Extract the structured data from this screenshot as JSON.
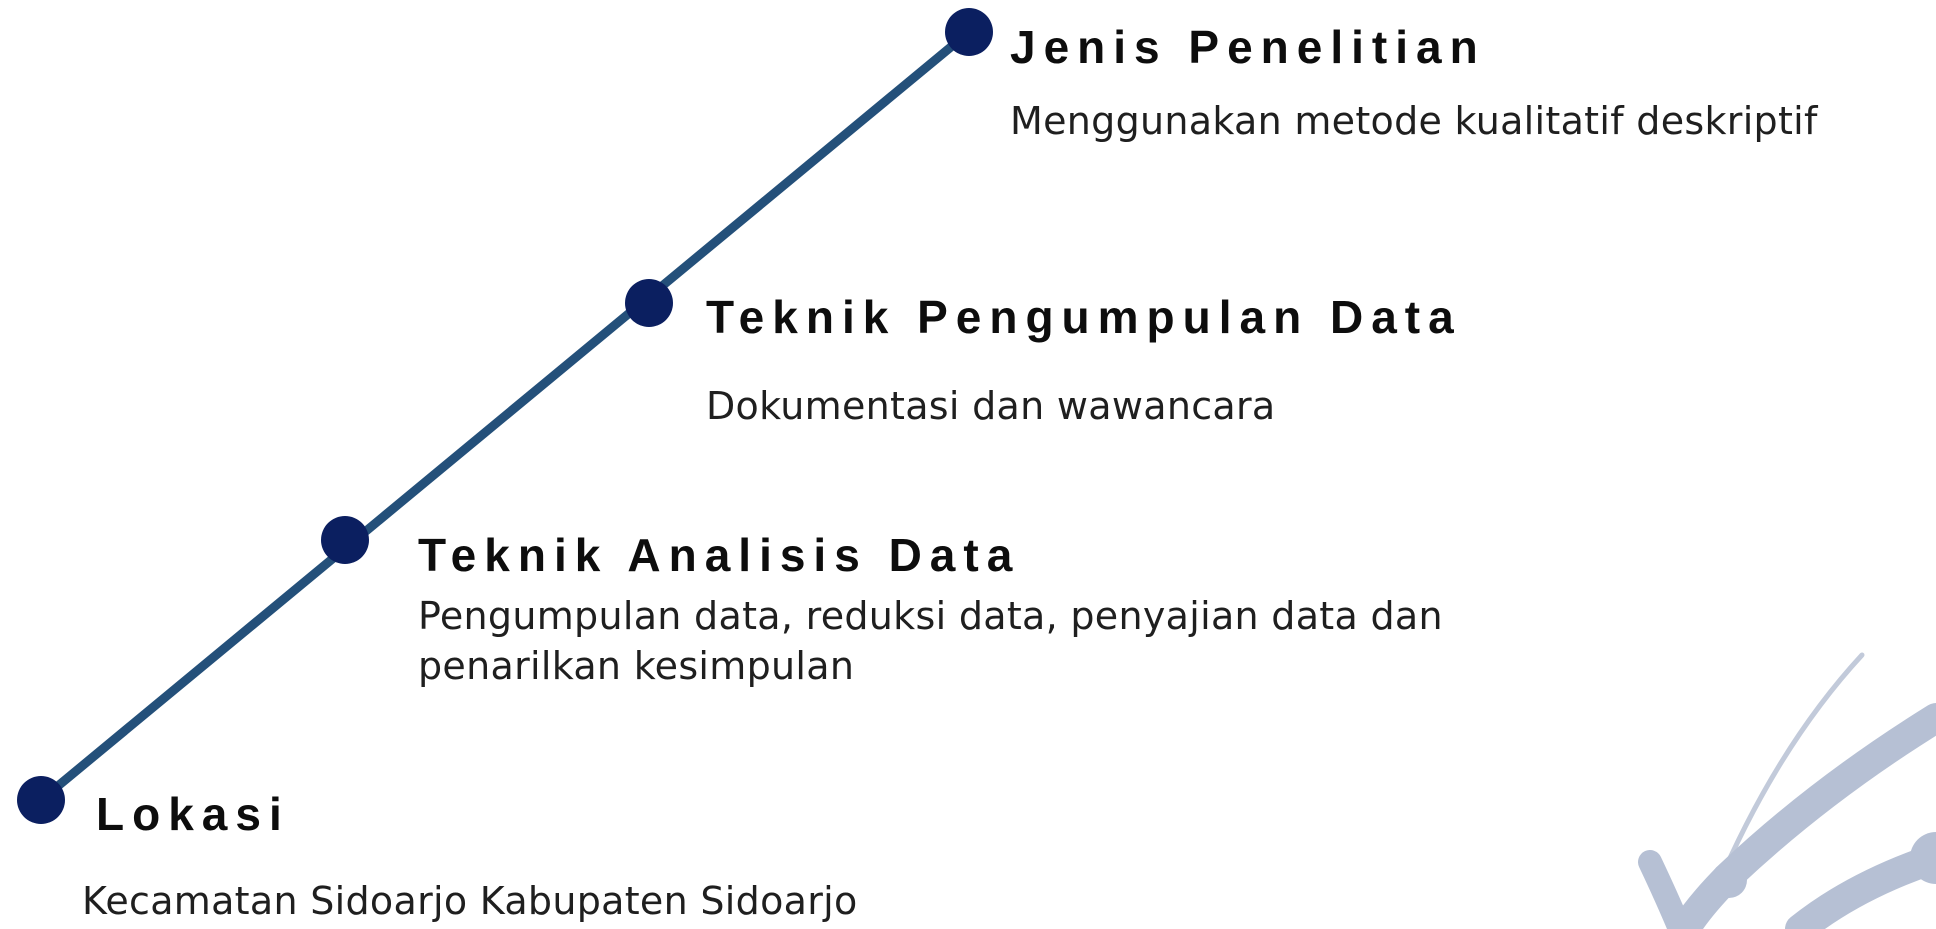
{
  "colors": {
    "line": "#24507a",
    "node": "#0b1f60",
    "title_text": "#0d0d0d",
    "desc_text": "#1f1f1f",
    "watermark": "#b6c0d4"
  },
  "steps": [
    {
      "title": "Jenis Penelitian",
      "description": "Menggunakan metode kualitatif deskriptif"
    },
    {
      "title": "Teknik Pengumpulan Data",
      "description": "Dokumentasi dan wawancara"
    },
    {
      "title": "Teknik Analisis Data",
      "description": "Pengumpulan data, reduksi data, penyajian data dan penarilkan kesimpulan"
    },
    {
      "title": "Lokasi",
      "description": "Kecamatan Sidoarjo Kabupaten Sidoarjo"
    }
  ]
}
